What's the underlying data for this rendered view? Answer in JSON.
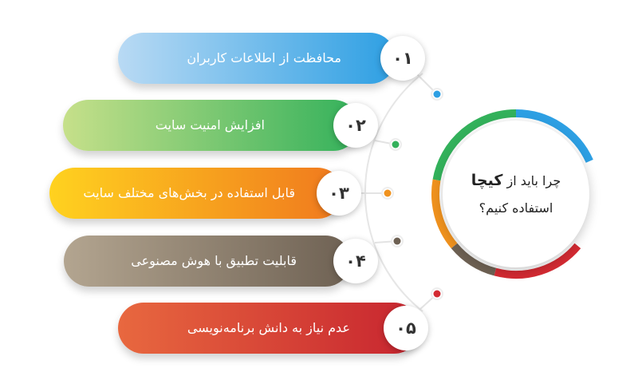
{
  "center": {
    "line1_prefix": "چرا باید از",
    "brand": "کیچا",
    "line2": "استفاده کنیم؟"
  },
  "items": [
    {
      "number": "۰۱",
      "label": "محافظت از اطلاعات کاربران",
      "color_start": "#b9daf4",
      "color_end": "#2d9fe3"
    },
    {
      "number": "۰۲",
      "label": "افزایش امنیت سایت",
      "color_start": "#c6e08a",
      "color_end": "#33b15b"
    },
    {
      "number": "۰۳",
      "label": "قابل استفاده در بخش‌های مختلف سایت",
      "color_start": "#ffd21f",
      "color_end": "#f0781e"
    },
    {
      "number": "۰۴",
      "label": "قابلیت تطبیق با هوش مصنوعی",
      "color_start": "#b3a590",
      "color_end": "#6e6153"
    },
    {
      "number": "۰۵",
      "label": "عدم نیاز به دانش برنامه‌نویسی",
      "color_start": "#e8683f",
      "color_end": "#c7242f"
    }
  ],
  "ring_colors": [
    "#2d9fe3",
    "#33b15b",
    "#f0921e",
    "#6e6153",
    "#d32a32"
  ]
}
